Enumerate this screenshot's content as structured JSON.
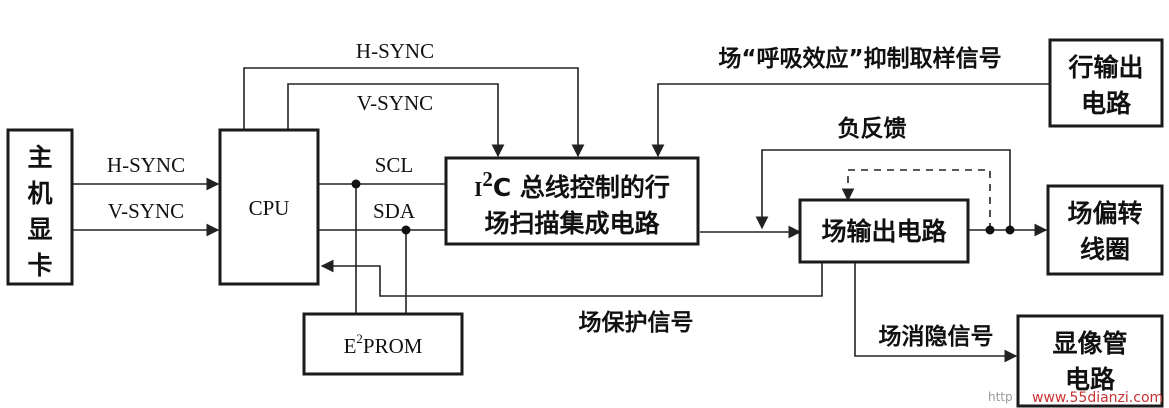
{
  "blocks": {
    "host_gpu": [
      "主",
      "机",
      "显",
      "卡"
    ],
    "cpu": "CPU",
    "i2c_chip": {
      "line1_prefix": "I",
      "line1_sup": "2",
      "line1_rest": "C 总线控制的行",
      "line2": "场扫描集成电路"
    },
    "eeprom": {
      "prefix": "E",
      "sup": "2",
      "rest": "PROM"
    },
    "line_output": [
      "行输出",
      "电路"
    ],
    "field_output": "场输出电路",
    "deflection_coil": [
      "场偏转",
      "线圈"
    ],
    "crt_circuit": [
      "显像管",
      "电路"
    ]
  },
  "signals": {
    "h_sync_top": "H-SYNC",
    "v_sync_top": "V-SYNC",
    "h_sync_in": "H-SYNC",
    "v_sync_in": "V-SYNC",
    "scl": "SCL",
    "sda": "SDA",
    "breathing": "场“呼吸效应”抑制取样信号",
    "negative_feedback": "负反馈",
    "field_protect": "场保护信号",
    "field_blanking": "场消隐信号"
  },
  "watermark": {
    "prefix": "http",
    "site": "www.55dianzi.com"
  },
  "colors": {
    "stroke": "#1a1a1a",
    "watermark": "#c83232"
  }
}
